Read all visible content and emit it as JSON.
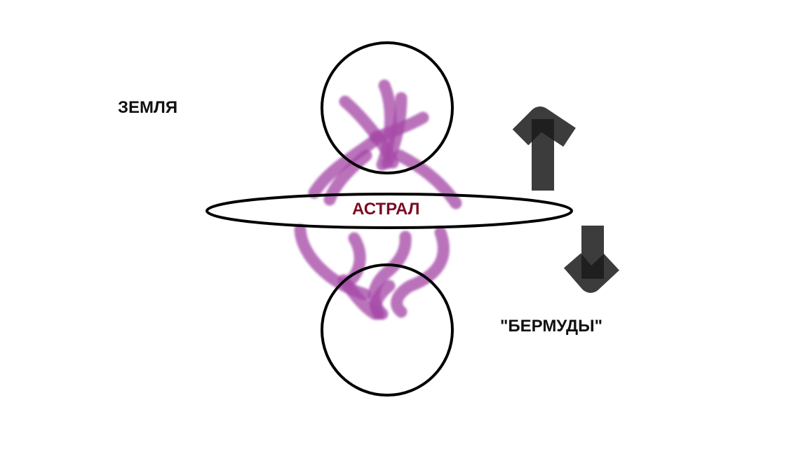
{
  "labels": {
    "earth": "ЗЕМЛЯ",
    "astral": "АСТРАЛ",
    "bermuda": "\"БЕРМУДЫ\""
  },
  "colors": {
    "background": "#ffffff",
    "outline": "#000000",
    "tendrils": "#a64aa8",
    "arrows": "#1a1a1a",
    "astral_text": "#7a0c22"
  },
  "icons": {
    "up_arrow": "arrow-up-icon",
    "down_arrow": "arrow-down-icon"
  }
}
